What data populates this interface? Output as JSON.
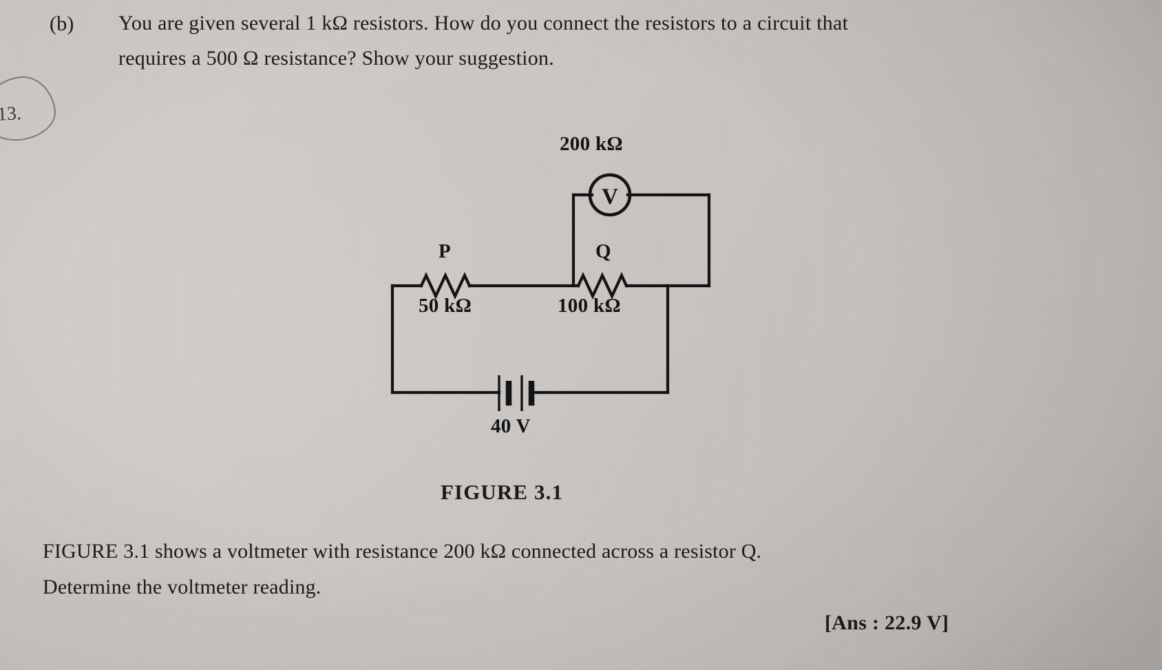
{
  "page": {
    "background_color": "#c8c4c1",
    "ink_color": "#141414"
  },
  "question_b": {
    "label": "(b)",
    "line1": "You are given several 1 kΩ resistors. How do you connect the resistors to a circuit that",
    "line2": "requires a 500 Ω resistance? Show your suggestion."
  },
  "annotation": {
    "number": "13."
  },
  "figure": {
    "caption": "FIGURE 3.1",
    "voltmeter": {
      "symbol": "V",
      "resistance_label": "200 kΩ"
    },
    "resistors": [
      {
        "name": "P",
        "value": "50 kΩ"
      },
      {
        "name": "Q",
        "value": "100 kΩ"
      }
    ],
    "battery": {
      "value": "40 V"
    }
  },
  "question_13": {
    "line1": "FIGURE 3.1 shows a voltmeter with resistance 200 kΩ connected across a resistor Q.",
    "line2": "Determine the voltmeter reading.",
    "answer": "[Ans : 22.9 V]"
  }
}
